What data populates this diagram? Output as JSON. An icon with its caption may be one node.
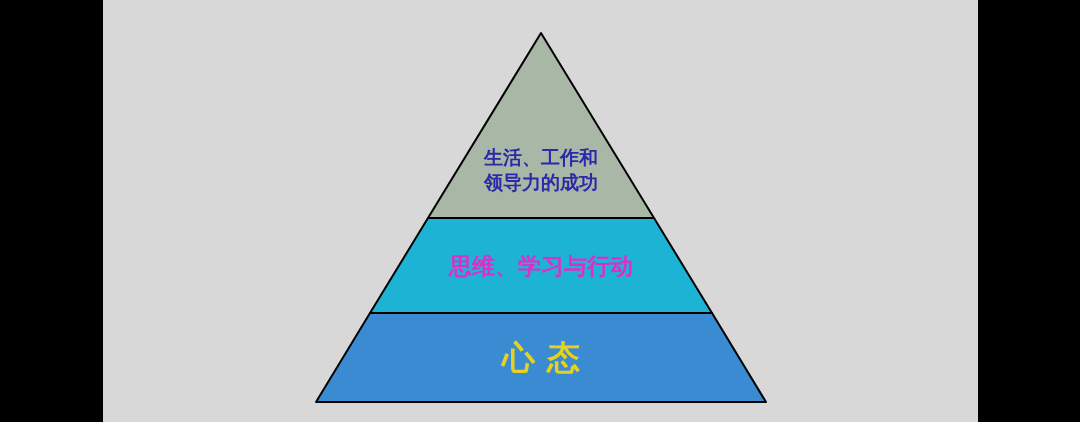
{
  "diagram": {
    "nodes": [
      {
        "text": [
          "生活、工作和领导力的成功"
        ]
      },
      {
        "text": [
          "思维、学习与行动"
        ]
      },
      {
        "text": [
          "心 态"
        ]
      }
    ]
  }
}
